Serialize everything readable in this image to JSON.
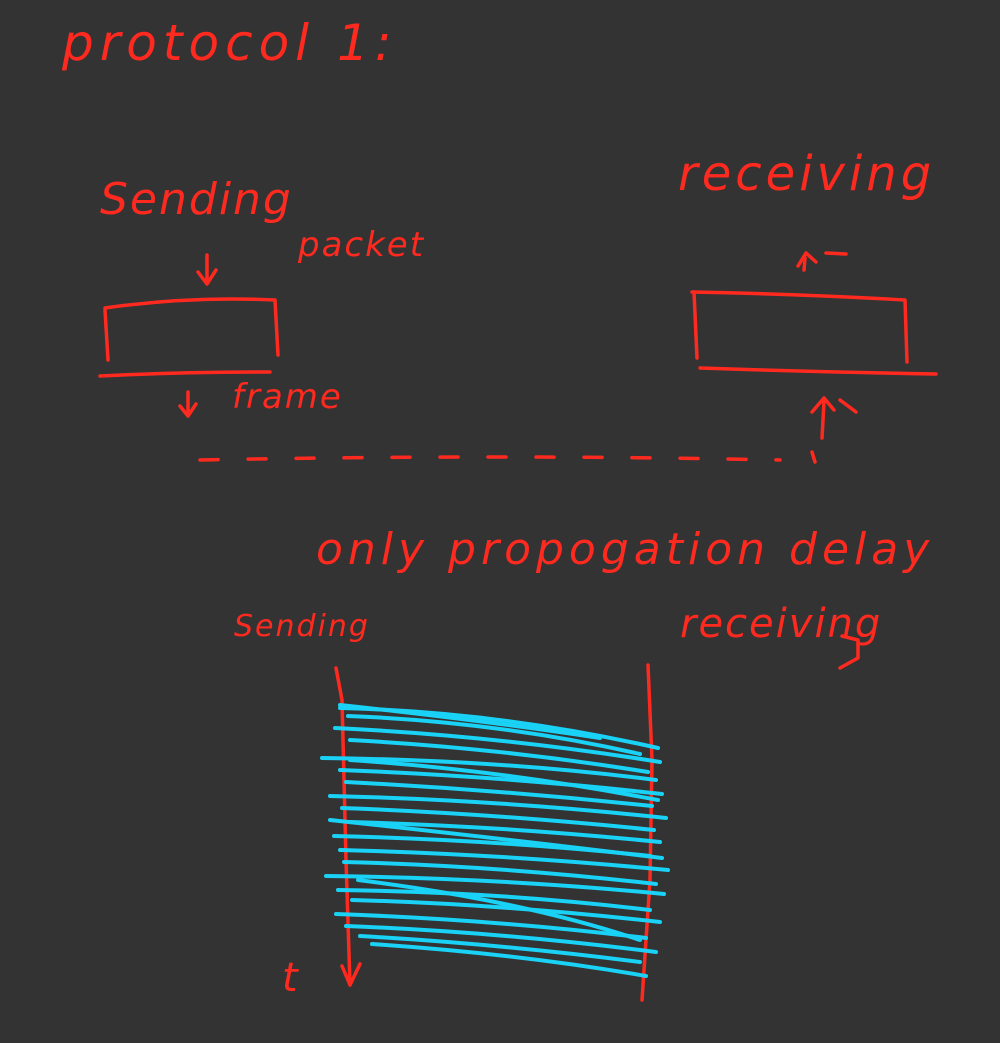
{
  "colors": {
    "background": "#333333",
    "ink": "#ff2a1f",
    "scribble": "#19d2f5"
  },
  "labels": {
    "title": "protocol 1:",
    "sending_top": "Sending",
    "packet": "packet",
    "frame": "frame",
    "receiving_top": "receiving",
    "delay_note": "only propogation delay",
    "sending_bottom": "Sending",
    "receiving_bottom": "receiving",
    "time_axis": "t"
  }
}
